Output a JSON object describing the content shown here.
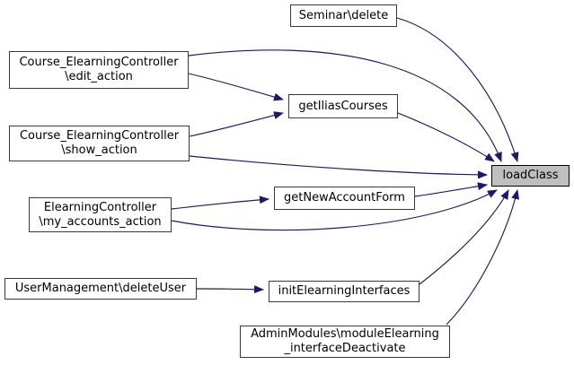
{
  "diagram": {
    "type": "call-graph",
    "edge_color": "#191970",
    "node_fill": "#ffffff",
    "node_border_color": "#3a3a3a",
    "highlight_fill": "#bfbfbf",
    "nodes": [
      {
        "id": "seminar-delete",
        "lines": [
          "Seminar\\delete"
        ]
      },
      {
        "id": "course-elearning-edit-action",
        "lines": [
          "Course_ElearningController",
          "\\edit_action"
        ]
      },
      {
        "id": "get-ilias-courses",
        "lines": [
          "getIliasCourses"
        ]
      },
      {
        "id": "course-elearning-show-action",
        "lines": [
          "Course_ElearningController",
          "\\show_action"
        ]
      },
      {
        "id": "get-new-account-form",
        "lines": [
          "getNewAccountForm"
        ]
      },
      {
        "id": "elearning-my-accounts-action",
        "lines": [
          "ElearningController",
          "\\my_accounts_action"
        ]
      },
      {
        "id": "user-management-delete-user",
        "lines": [
          "UserManagement\\deleteUser"
        ]
      },
      {
        "id": "init-elearning-interfaces",
        "lines": [
          "initElearningInterfaces"
        ]
      },
      {
        "id": "admin-modules-interface-deactivate",
        "lines": [
          "AdminModules\\moduleElearning",
          "_interfaceDeactivate"
        ]
      },
      {
        "id": "load-class",
        "lines": [
          "loadClass"
        ],
        "highlighted": true
      }
    ],
    "edges": [
      {
        "from": "seminar-delete",
        "to": "load-class"
      },
      {
        "from": "course-elearning-edit-action",
        "to": "load-class"
      },
      {
        "from": "get-ilias-courses",
        "to": "load-class"
      },
      {
        "from": "course-elearning-show-action",
        "to": "load-class"
      },
      {
        "from": "get-new-account-form",
        "to": "load-class"
      },
      {
        "from": "elearning-my-accounts-action",
        "to": "load-class"
      },
      {
        "from": "init-elearning-interfaces",
        "to": "load-class"
      },
      {
        "from": "admin-modules-interface-deactivate",
        "to": "load-class"
      },
      {
        "from": "course-elearning-edit-action",
        "to": "get-ilias-courses"
      },
      {
        "from": "course-elearning-show-action",
        "to": "get-ilias-courses"
      },
      {
        "from": "elearning-my-accounts-action",
        "to": "get-new-account-form"
      },
      {
        "from": "user-management-delete-user",
        "to": "init-elearning-interfaces"
      }
    ]
  }
}
